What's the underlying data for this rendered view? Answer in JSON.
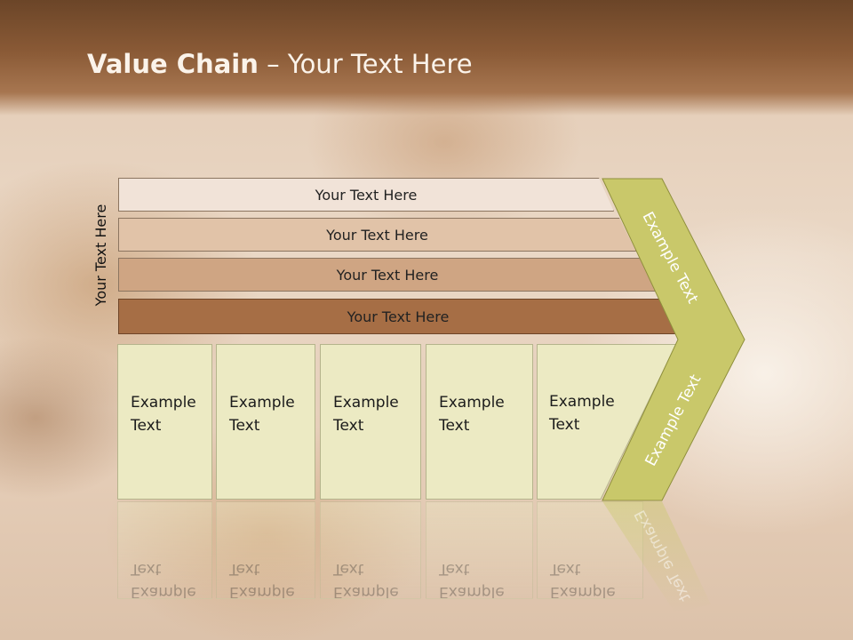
{
  "title": {
    "bold": "Value Chain",
    "rest": " – Your Text Here"
  },
  "side_label": "Your Text Here",
  "rows": [
    {
      "label": "Your Text Here"
    },
    {
      "label": "Your Text Here"
    },
    {
      "label": "Your Text Here"
    },
    {
      "label": "Your Text Here"
    }
  ],
  "columns": [
    {
      "line1": "Example",
      "line2": "Text"
    },
    {
      "line1": "Example",
      "line2": "Text"
    },
    {
      "line1": "Example",
      "line2": "Text"
    },
    {
      "line1": "Example",
      "line2": "Text"
    },
    {
      "line1": "Example",
      "line2": "Text"
    }
  ],
  "chevron": {
    "top_label": "Example Text",
    "bottom_label": "Example Text"
  },
  "colors": {
    "row1": "#f1e3d8",
    "row2": "#e1c3a8",
    "row3": "#cfa583",
    "row4": "#a66e45",
    "cell": "#eceac3",
    "chevron": "#c9c86a"
  }
}
